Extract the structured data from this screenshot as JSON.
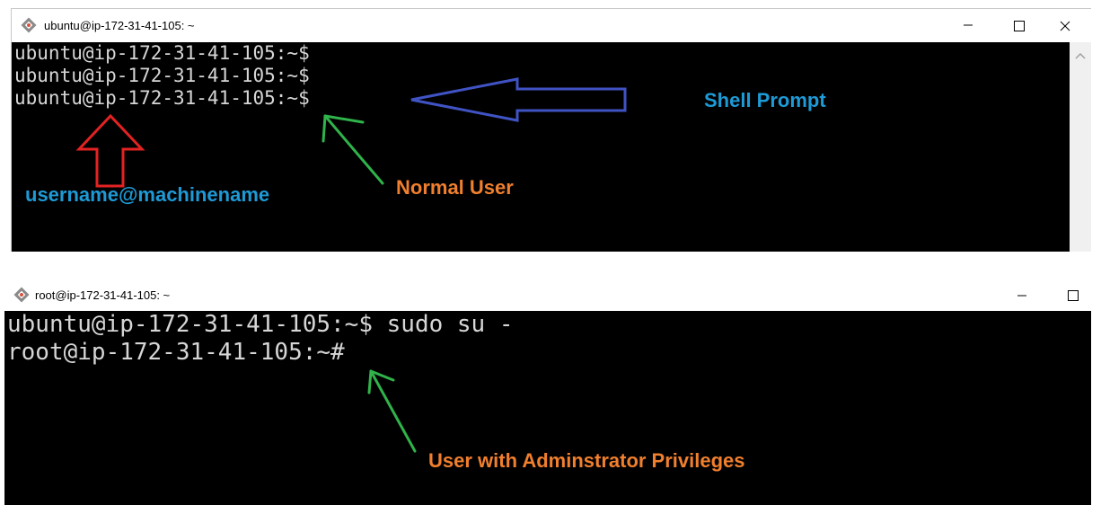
{
  "colors": {
    "terminal_bg": "#000000",
    "terminal_text": "#d6d6d6",
    "annotation_blue": "#1e9ad6",
    "annotation_orange": "#f07f2e",
    "arrow_red": "#e32222",
    "arrow_blue": "#4053c4",
    "arrow_green": "#2fb34a"
  },
  "window1": {
    "title": "ubuntu@ip-172-31-41-105: ~",
    "lines": [
      "ubuntu@ip-172-31-41-105:~$",
      "ubuntu@ip-172-31-41-105:~$",
      "ubuntu@ip-172-31-41-105:~$"
    ],
    "icons": [
      "git-bash-icon",
      "minimize-icon",
      "maximize-icon",
      "close-icon",
      "scroll-up-icon"
    ]
  },
  "window2": {
    "title": "root@ip-172-31-41-105: ~",
    "lines": [
      "ubuntu@ip-172-31-41-105:~$ sudo su -",
      "root@ip-172-31-41-105:~#"
    ],
    "icons": [
      "git-bash-icon",
      "minimize-icon",
      "maximize-icon"
    ]
  },
  "annotations": {
    "shell_prompt": "Shell Prompt",
    "username_machinename": "username@machinename",
    "normal_user": "Normal User",
    "admin_user": "User with Adminstrator Privileges"
  }
}
